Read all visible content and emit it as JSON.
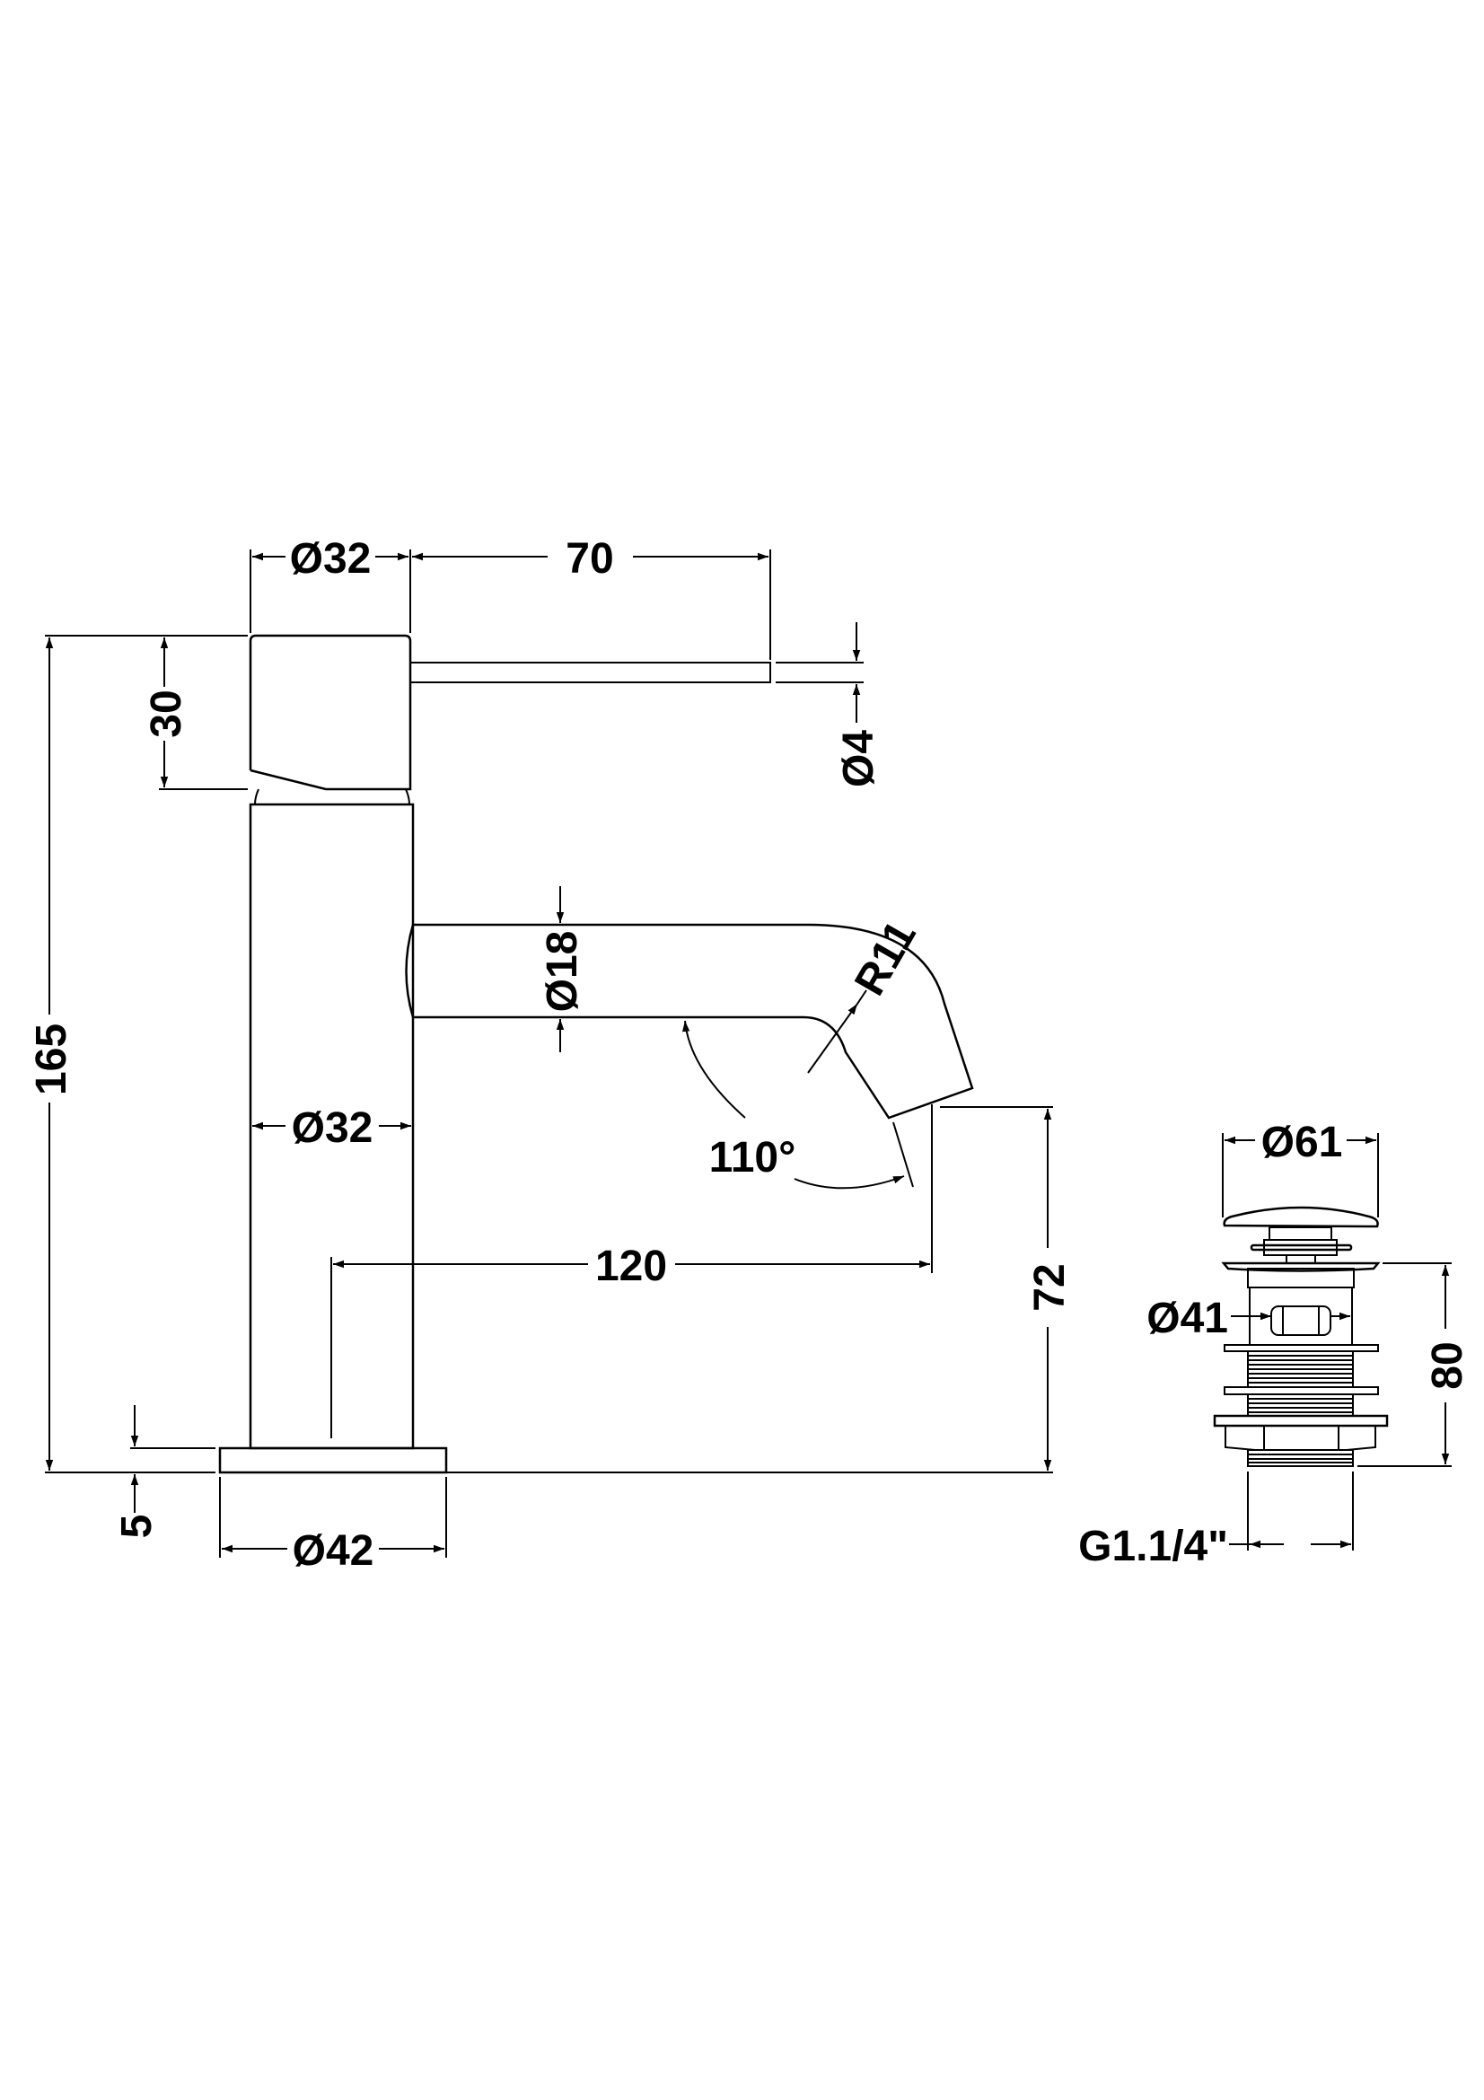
{
  "drawing": {
    "tap_dimensions": {
      "handle_diameter": "Ø32",
      "lever_length": "70",
      "lever_diameter": "Ø4",
      "handle_height": "30",
      "overall_height": "165",
      "spout_diameter": "Ø18",
      "spout_radius": "R11",
      "spout_angle": "110°",
      "body_diameter": "Ø32",
      "spout_reach": "120",
      "spout_height": "72",
      "base_thickness": "5",
      "base_diameter": "Ø42"
    },
    "waste_dimensions": {
      "cap_diameter": "Ø61",
      "body_diameter": "Ø41",
      "height": "80",
      "thread": "G1.1/4\""
    }
  },
  "colors": {
    "line": "#000000",
    "background": "#ffffff"
  }
}
